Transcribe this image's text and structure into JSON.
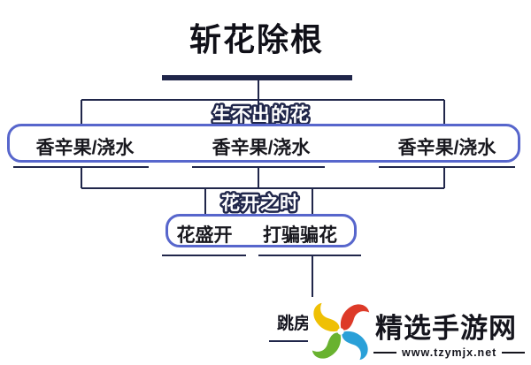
{
  "title": "斩花除根",
  "diagram": {
    "group1_label": "生不出的花",
    "group1_items": [
      "香辛果/浇水",
      "香辛果/浇水",
      "香辛果/浇水"
    ],
    "group2_label": "花开之时",
    "group2_items": [
      "花盛开",
      "打骗骗花"
    ],
    "leaf_item": "跳房"
  },
  "watermark": {
    "site_name": "精选手游网",
    "site_url": "www.tzymjx.net",
    "logo": "pinwheel-logo"
  },
  "colors": {
    "line": "#20264a",
    "box_border": "#5766cc",
    "label_fill": "#ffffff",
    "label_outline": "#20264a",
    "title_text": "#101018",
    "logo_red": "#dd3a28",
    "logo_blue": "#2aa0d8",
    "logo_green": "#69b22f",
    "logo_yellow": "#efc004"
  }
}
